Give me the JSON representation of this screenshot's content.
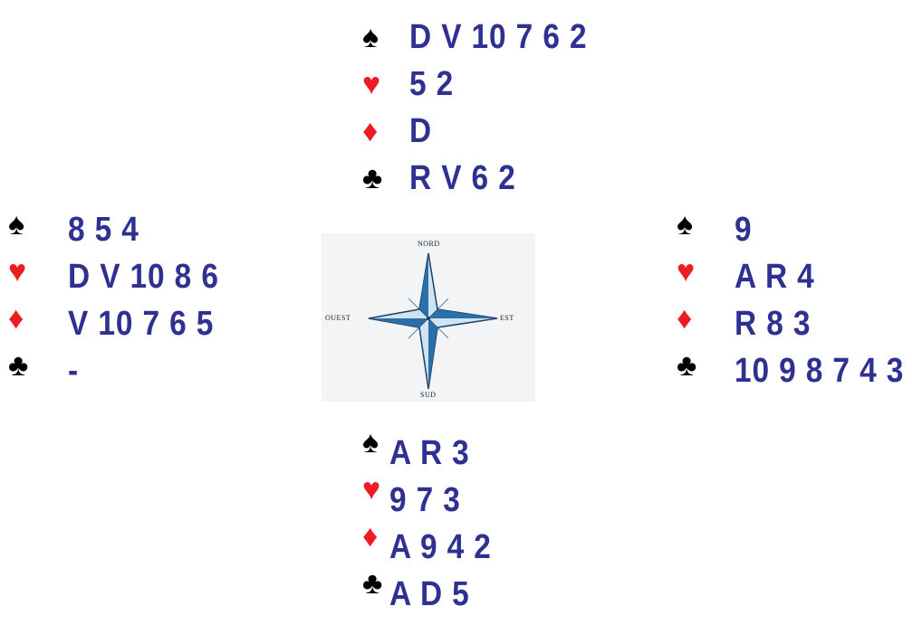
{
  "hands": {
    "north": {
      "spades": "D V 10 7 6 2",
      "hearts": "5 2",
      "diamonds": "D",
      "clubs": "R V 6 2"
    },
    "west": {
      "spades": "8 5 4",
      "hearts": "D V 10 8 6",
      "diamonds": "V 10 7 6 5",
      "clubs": "-"
    },
    "east": {
      "spades": "9",
      "hearts": "A R 4",
      "diamonds": "R 8 3",
      "clubs": "10 9 8 7 4 3"
    },
    "south": {
      "spades": "A R 3",
      "hearts": "9 7 3",
      "diamonds": "A 9 4 2",
      "clubs": "A D 5"
    }
  },
  "symbols": {
    "spades": "♠",
    "hearts": "♥",
    "diamonds": "♦",
    "clubs": "♣"
  },
  "compass": {
    "north": "NORD",
    "south": "SUD",
    "east": "EST",
    "west": "OUEST"
  },
  "colors": {
    "cards_text": "#2e3192",
    "black_suits": "#000000",
    "red_suits": "#ed1c24",
    "compass_blue": "#2b6fa8",
    "compass_light": "#cfe3f1"
  }
}
